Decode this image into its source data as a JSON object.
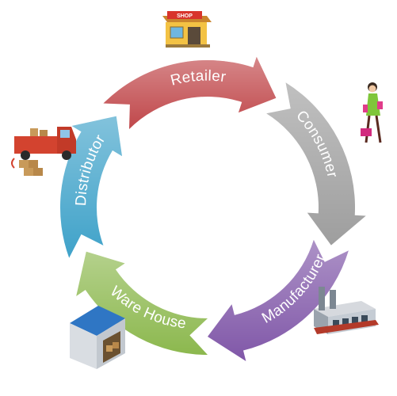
{
  "cycle": {
    "segments": [
      {
        "key": "retailer",
        "label": "Retailer",
        "color": "#c0474a",
        "icon": "shop-icon"
      },
      {
        "key": "consumer",
        "label": "Consumer",
        "color": "#9e9e9e",
        "icon": "shopper-woman-icon"
      },
      {
        "key": "manufacturer",
        "label": "Manufacturer",
        "color": "#8057a8",
        "icon": "factory-icon"
      },
      {
        "key": "warehouse",
        "label": "Ware House",
        "color": "#8cb84e",
        "icon": "warehouse-icon"
      },
      {
        "key": "distributor",
        "label": "Distributor",
        "color": "#3fa2c9",
        "icon": "delivery-truck-icon"
      }
    ],
    "shop_sign": "SHOP"
  }
}
